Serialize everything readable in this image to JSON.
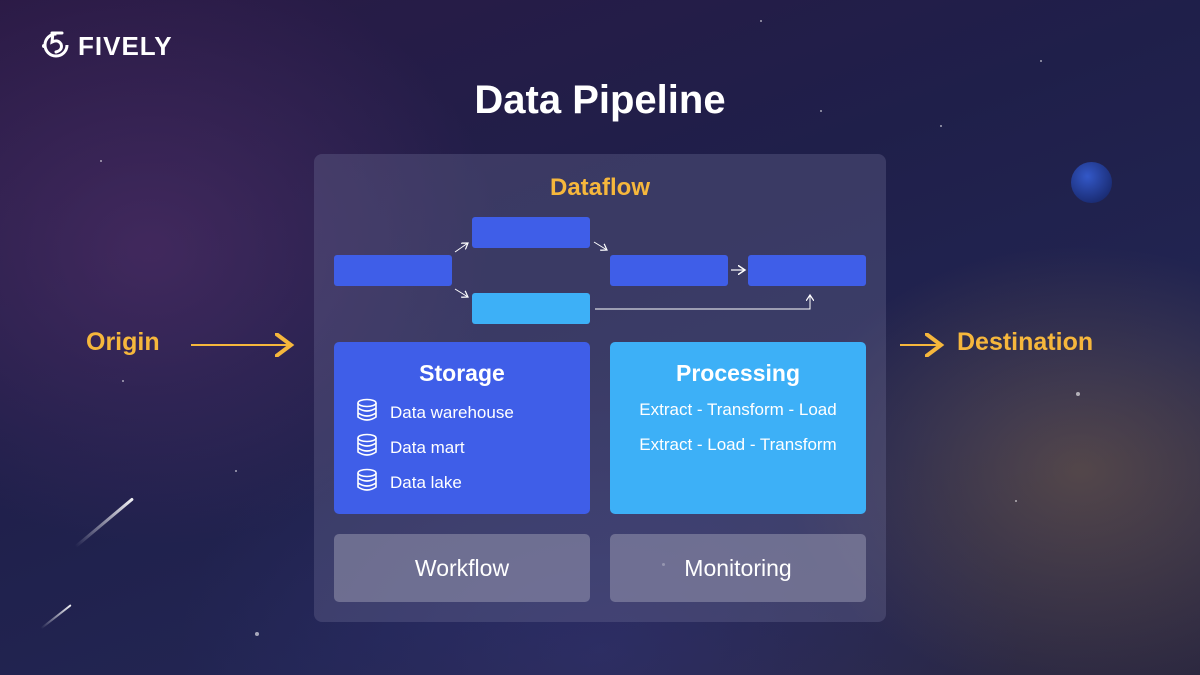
{
  "brand": {
    "logo_text": "FIVELY",
    "logo_icon": "fively-5-icon"
  },
  "title": "Data Pipeline",
  "dataflow": {
    "title": "Dataflow"
  },
  "origin_label": "Origin",
  "destination_label": "Destination",
  "storage": {
    "title": "Storage",
    "items": [
      {
        "label": "Data warehouse",
        "icon": "database-icon"
      },
      {
        "label": "Data mart",
        "icon": "database-icon"
      },
      {
        "label": "Data lake",
        "icon": "database-icon"
      }
    ]
  },
  "processing": {
    "title": "Processing",
    "items": [
      "Extract - Transform - Load",
      "Extract - Load - Transform"
    ]
  },
  "workflow_label": "Workflow",
  "monitoring_label": "Monitoring",
  "colors": {
    "accent": "#f6b73c",
    "node_blue": "#3f5ee8",
    "node_cyan": "#3db0f7",
    "panel": "#6e6e96"
  }
}
